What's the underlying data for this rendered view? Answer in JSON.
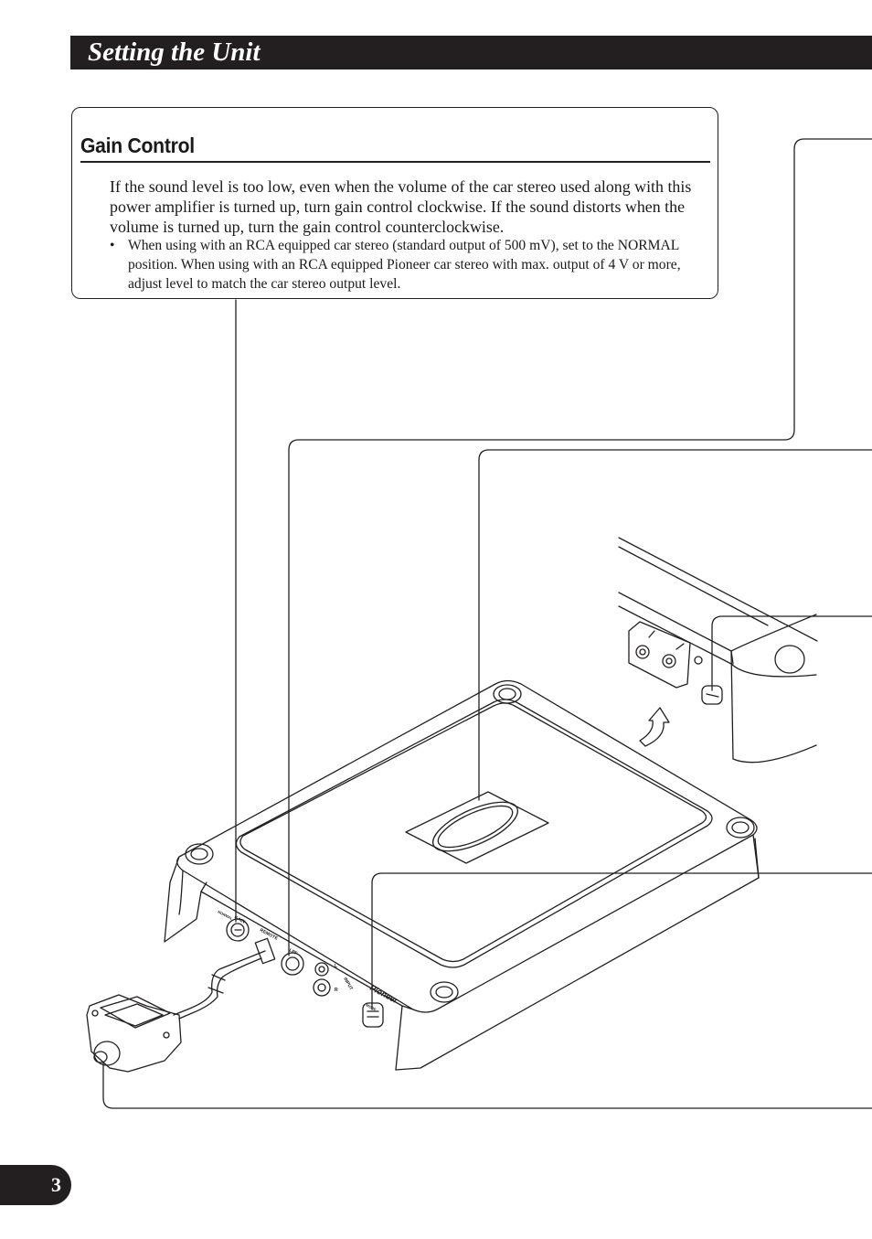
{
  "header": {
    "title": "Setting the Unit"
  },
  "gain_control": {
    "heading": "Gain Control",
    "body": "If the sound level is too low, even when the volume of the car stereo used along with this power amplifier is turned up, turn gain control clockwise. If the sound distorts when the volume is turned up, turn the gain control counterclockwise.",
    "bullet": "•",
    "note": "When using with an RCA equipped car stereo (standard output of 500 mV), set to the NORMAL position. When using with an RCA equipped Pioneer car stereo with max. output of 4 V or more, adjust level to match the car stereo output level."
  },
  "illustration": {
    "panel_labels": {
      "gain": "GAIN",
      "normal": "NORMAL",
      "remote": "REMOTE",
      "lpf": "LPF",
      "input": "INPUT",
      "l": "L",
      "r": "R",
      "brand": "Pioneer",
      "mode": "MODE"
    }
  },
  "footer": {
    "page_number": "3"
  }
}
